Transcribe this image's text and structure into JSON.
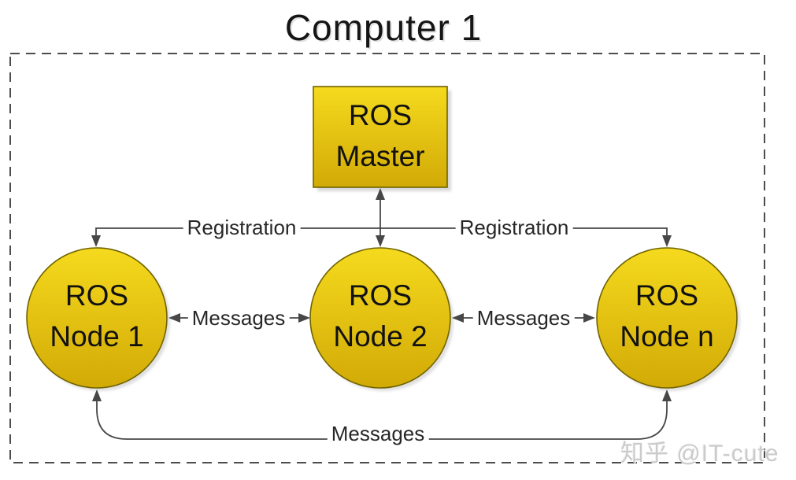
{
  "title": "Computer 1",
  "watermark": "知乎 @IT-cute",
  "colors": {
    "shape_fill_top": "#f5da1e",
    "shape_fill_bottom": "#d2aa06",
    "shape_border": "#6f6300",
    "shadow": "#c4c4c4",
    "line": "#474747",
    "dashed_border": "#4d4d4d",
    "text": "#111111",
    "watermark": "#cbcbcb"
  },
  "nodes": {
    "master": {
      "line1": "ROS",
      "line2": "Master",
      "shape": "rectangle"
    },
    "node1": {
      "line1": "ROS",
      "line2": "Node 1",
      "shape": "circle"
    },
    "node2": {
      "line1": "ROS",
      "line2": "Node 2",
      "shape": "circle"
    },
    "noden": {
      "line1": "ROS",
      "line2": "Node n",
      "shape": "circle"
    }
  },
  "edges": {
    "registration_left": "Registration",
    "registration_right": "Registration",
    "messages_node1_node2": "Messages",
    "messages_node2_noden": "Messages",
    "messages_bottom": "Messages"
  }
}
